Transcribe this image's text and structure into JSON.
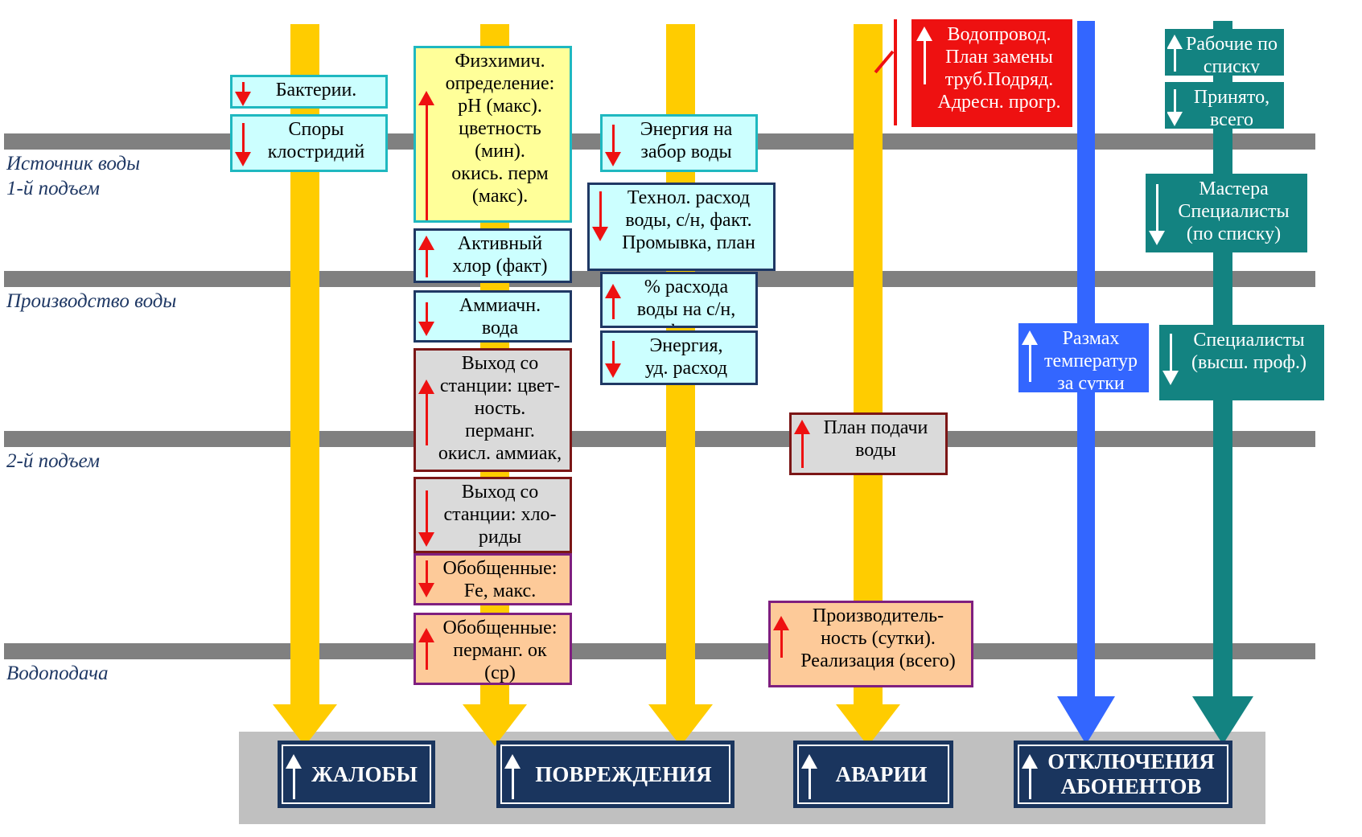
{
  "zones": [
    {
      "label": "Источник воды\n1-й подъем"
    },
    {
      "label": "Производство воды"
    },
    {
      "label": "2-й подъем"
    },
    {
      "label": "Водоподача"
    }
  ],
  "boxes": {
    "bacteria": "Бактерии.",
    "spores": "Споры\nклостридий",
    "physchem": "Физхимич.\nопределение:\npH  (макс).\nцветность\n(мин).\nокись. перм\n(макс).",
    "active_chlorine": "Активный\nхлор (факт)",
    "ammonia": "Аммиачн.\nвода",
    "outlet_color": "Выход со\nстанции: цвет-\nность.\nперманг.\nокисл. аммиак,",
    "outlet_chlorides": "Выход со\nстанции: хло-\nриды",
    "summary_fe": "Обобщенные:\nFe, макс.",
    "summary_perm": "Обобщенные:\nперманг. ок\n(ср)",
    "energy_intake": "Энергия на\nзабор воды",
    "tech_usage": "Технол. расход\nводы, с/н, факт.\nПромывка, план",
    "percent_usage": "% расхода\nводы на с/н,\nфакт",
    "energy_specific": "Энергия,\nуд. расход",
    "supply_plan": "План подачи\nводы",
    "productivity": "Производитель-\nность (сутки).\nРеализация (всего)",
    "water_pipe": "Водопровод.\nПлан замены\nтруб.Подряд.\nАдресн. прогр.",
    "temp_range": "Размах\nтемператур\nза сутки",
    "workers_list": "Рабочие по\nсписку",
    "accepted_total": "Принято,\nвсего",
    "masters": "Мастера\nСпециалисты\n(по списку)",
    "specialists_higher": "Специалисты\n(высш. проф.)"
  },
  "buttons": {
    "complaints": "ЖАЛОБЫ",
    "damages": "ПОВРЕЖДЕНИЯ",
    "accidents": "АВАРИИ",
    "disconnections": "ОТКЛЮЧЕНИЯ\nАБОНЕНТОВ"
  },
  "colors": {
    "gray_line": "#808080",
    "yellow_arrow": "#ffcc00",
    "blue_arrow": "#3366ff",
    "teal_arrow": "#138381",
    "red_indicator": "#ee1111",
    "navy_button": "#1a355e",
    "zone_label": "#1f3864"
  },
  "icons": {
    "up": "arrow-up-icon",
    "down": "arrow-down-icon"
  }
}
